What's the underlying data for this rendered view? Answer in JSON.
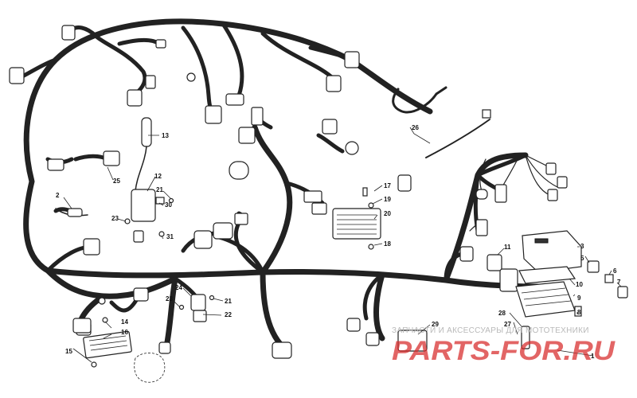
{
  "callouts": [
    {
      "id": "c1",
      "label": "1"
    },
    {
      "id": "c2",
      "label": "2"
    },
    {
      "id": "c3",
      "label": "3"
    },
    {
      "id": "c5",
      "label": "5"
    },
    {
      "id": "c6",
      "label": "6"
    },
    {
      "id": "c7",
      "label": "7"
    },
    {
      "id": "c8",
      "label": "8"
    },
    {
      "id": "c9",
      "label": "9"
    },
    {
      "id": "c10",
      "label": "10"
    },
    {
      "id": "c11",
      "label": "11"
    },
    {
      "id": "c12",
      "label": "12"
    },
    {
      "id": "c13",
      "label": "13"
    },
    {
      "id": "c14",
      "label": "14"
    },
    {
      "id": "c15",
      "label": "15"
    },
    {
      "id": "c16",
      "label": "16"
    },
    {
      "id": "c17",
      "label": "17"
    },
    {
      "id": "c18",
      "label": "18"
    },
    {
      "id": "c19",
      "label": "19"
    },
    {
      "id": "c20",
      "label": "20"
    },
    {
      "id": "c21a",
      "label": "21"
    },
    {
      "id": "c21b",
      "label": "21"
    },
    {
      "id": "c22",
      "label": "22"
    },
    {
      "id": "c23a",
      "label": "23"
    },
    {
      "id": "c23b",
      "label": "23"
    },
    {
      "id": "c24",
      "label": "24"
    },
    {
      "id": "c25",
      "label": "25"
    },
    {
      "id": "c26",
      "label": "26"
    },
    {
      "id": "c27",
      "label": "27"
    },
    {
      "id": "c28",
      "label": "28"
    },
    {
      "id": "c29",
      "label": "29"
    },
    {
      "id": "c30",
      "label": "30"
    },
    {
      "id": "c31",
      "label": "31"
    }
  ],
  "watermark": {
    "caption": "ЗАПЧАСТИ И АКСЕССУАРЫ ДЛЯ МОТОТЕХНИКИ",
    "logo": "PARTS-FOR.RU"
  },
  "colors": {
    "line": "#222222",
    "watermark_caption": "#b9b9b9",
    "watermark_logo": "#d82a2a"
  }
}
